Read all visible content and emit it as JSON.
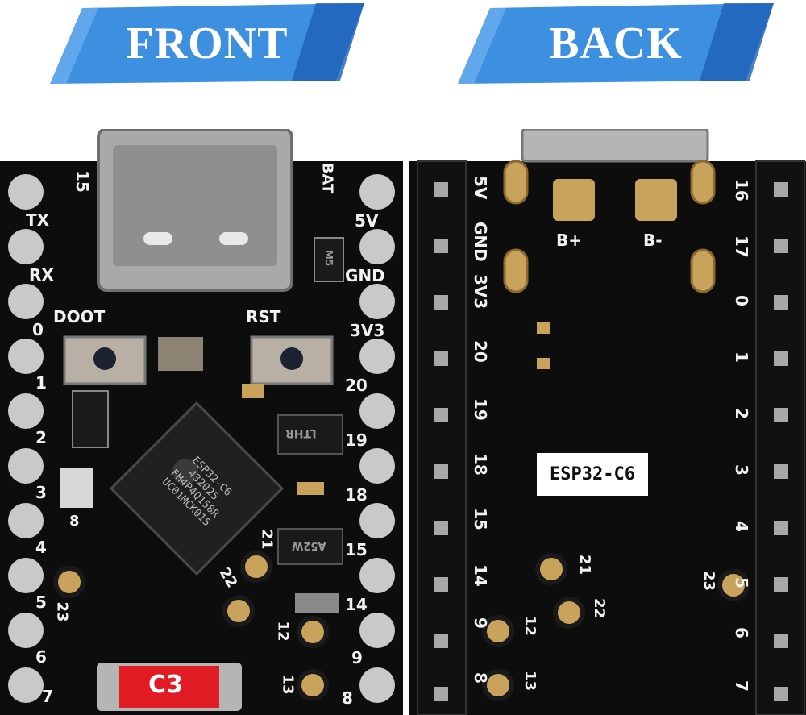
{
  "banners": {
    "front": "FRONT",
    "back": "BACK"
  },
  "front": {
    "left_pins": [
      "TX",
      "RX",
      "0",
      "1",
      "2",
      "3",
      "4",
      "5",
      "6",
      "7"
    ],
    "top_left_pin": "15",
    "right_pins": [
      "BAT",
      "5V",
      "GND",
      "3V3",
      "20",
      "19",
      "18",
      "15",
      "14",
      "9",
      "8"
    ],
    "buttons": {
      "boot": "DOOT",
      "reset": "RST"
    },
    "chip_lines": [
      "ESP32-C6",
      "432025",
      "FH4P4Q158R",
      "UC01MCK015"
    ],
    "regulator_marking": "LTHR",
    "diode_marking": "M5",
    "mosfet_marking": "A52W",
    "pads": [
      "23",
      "21",
      "22",
      "12",
      "13",
      "8"
    ],
    "logo": "C3"
  },
  "back": {
    "left_pins": [
      "5V",
      "GND",
      "3V3",
      "20",
      "19",
      "18",
      "15",
      "14",
      "9",
      "8"
    ],
    "right_pins": [
      "16",
      "17",
      "0",
      "1",
      "2",
      "3",
      "4",
      "5",
      "6",
      "7"
    ],
    "battery": {
      "plus": "B+",
      "minus": "B-"
    },
    "label": "ESP32-C6",
    "pads": [
      "21",
      "22",
      "23",
      "12",
      "13"
    ]
  },
  "colors": {
    "banner": "#3d8fe0",
    "banner_dark": "#1e5fb8",
    "pcb": "#0d0d0d",
    "gold": "#c9a35b",
    "silver": "#c9c9c9"
  }
}
